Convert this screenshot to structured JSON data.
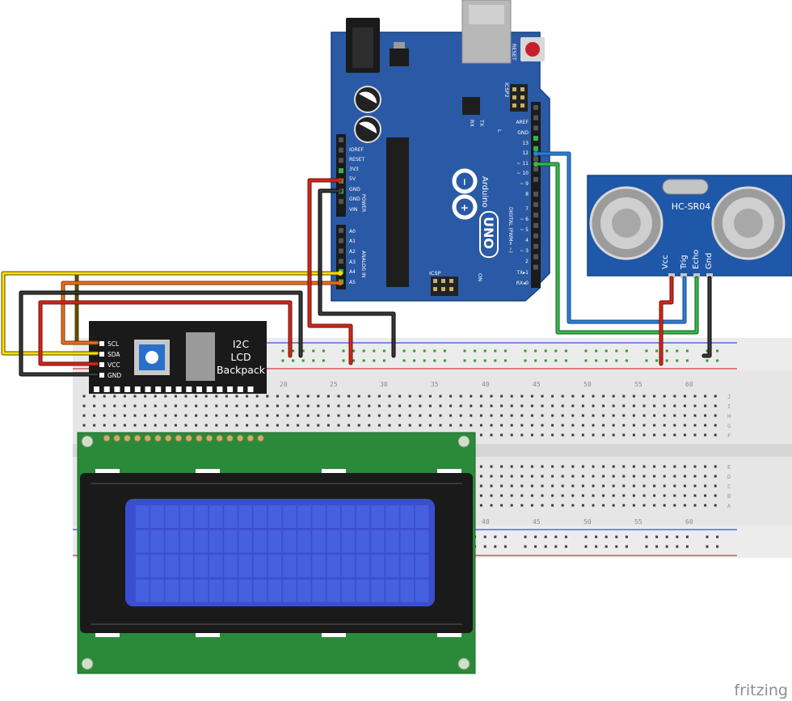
{
  "arduino": {
    "reset_label": "RESET",
    "icsp2_label": "ICSP2",
    "icsp_label": "ICSP",
    "tx_label": "TX",
    "rx_label": "RX",
    "l_label": "L",
    "on_label": "ON",
    "brand": "Arduino",
    "model": "UNO",
    "digital_label": "DIGITAL (PWM= ~)",
    "power_label": "POWER",
    "analog_label": "ANALOG IN",
    "power_pins": [
      "IOREF",
      "RESET",
      "3V3",
      "5V",
      "GND",
      "GND",
      "VIN"
    ],
    "analog_pins": [
      "A0",
      "A1",
      "A2",
      "A3",
      "A4",
      "A5"
    ],
    "digital_pins": [
      "AREF",
      "GND",
      "13",
      "12",
      "~ 11",
      "~ 10",
      "~ 9",
      "8",
      "7",
      "~ 6",
      "~ 5",
      "4",
      "~ 3",
      "2",
      "TX▸1",
      "RX◂0"
    ]
  },
  "sensor": {
    "name": "HC-SR04",
    "pins": [
      "Vcc",
      "Trig",
      "Echo",
      "Gnd"
    ]
  },
  "backpack": {
    "title_lines": [
      "I2C",
      "LCD",
      "Backpack"
    ],
    "pins": [
      "SCL",
      "SDA",
      "VCC",
      "GND"
    ]
  },
  "breadboard": {
    "column_numbers": [
      "20",
      "25",
      "30",
      "35",
      "40",
      "45",
      "50",
      "55",
      "60"
    ],
    "lower_column_numbers": [
      "40",
      "45",
      "50",
      "55",
      "60"
    ],
    "row_letters_top": [
      "J",
      "I",
      "H",
      "G",
      "F"
    ],
    "row_letters_bottom": [
      "E",
      "D",
      "C",
      "B",
      "A"
    ]
  },
  "watermark": "fritzing",
  "colors": {
    "board_blue": "#2a5aa5",
    "sensor_blue": "#1f58a8",
    "lcd_green": "#2a8a3a",
    "lcd_screen": "#3a4fd0",
    "wire_red": "#d0281c",
    "wire_black": "#1a1a1a",
    "wire_yellow": "#f5e000",
    "wire_orange": "#e86e1e",
    "wire_blue": "#2c7fd6",
    "wire_green": "#34b84a"
  }
}
